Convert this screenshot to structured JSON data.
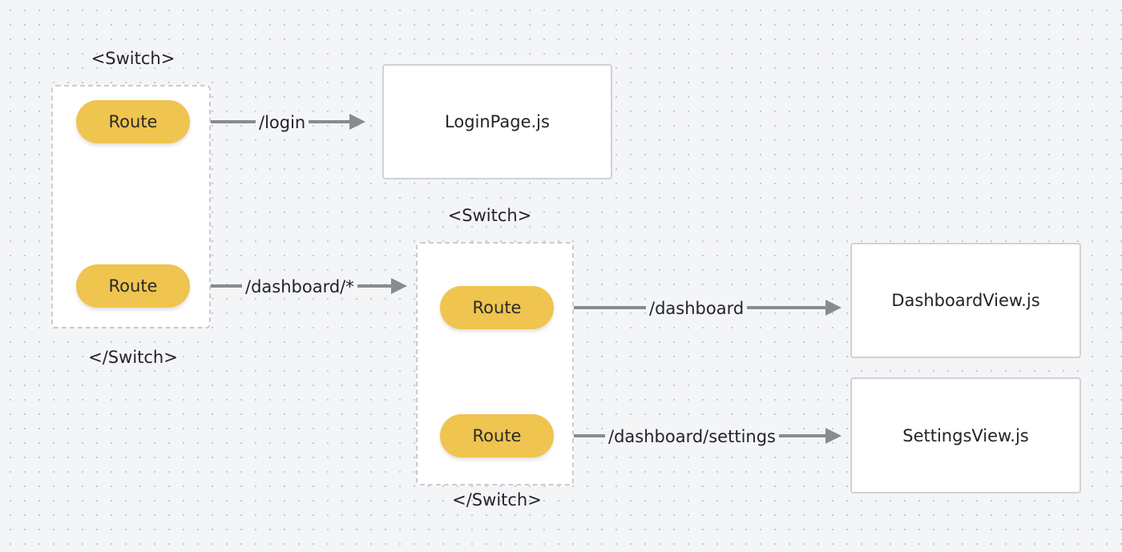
{
  "outer_switch": {
    "open_tag": "<Switch>",
    "close_tag": "</Switch>",
    "routes": [
      {
        "label": "Route",
        "path": "/login"
      },
      {
        "label": "Route",
        "path": "/dashboard/*"
      }
    ]
  },
  "inner_switch": {
    "open_tag": "<Switch>",
    "close_tag": "</Switch>",
    "routes": [
      {
        "label": "Route",
        "path": "/dashboard"
      },
      {
        "label": "Route",
        "path": "/dashboard/settings"
      }
    ]
  },
  "components": {
    "login": "LoginPage.js",
    "dashboard": "DashboardView.js",
    "settings": "SettingsView.js"
  },
  "colors": {
    "route_fill": "#efc44f",
    "connector": "#888b90",
    "group_border": "#c9ccd1",
    "box_border": "#cfd2d6"
  }
}
